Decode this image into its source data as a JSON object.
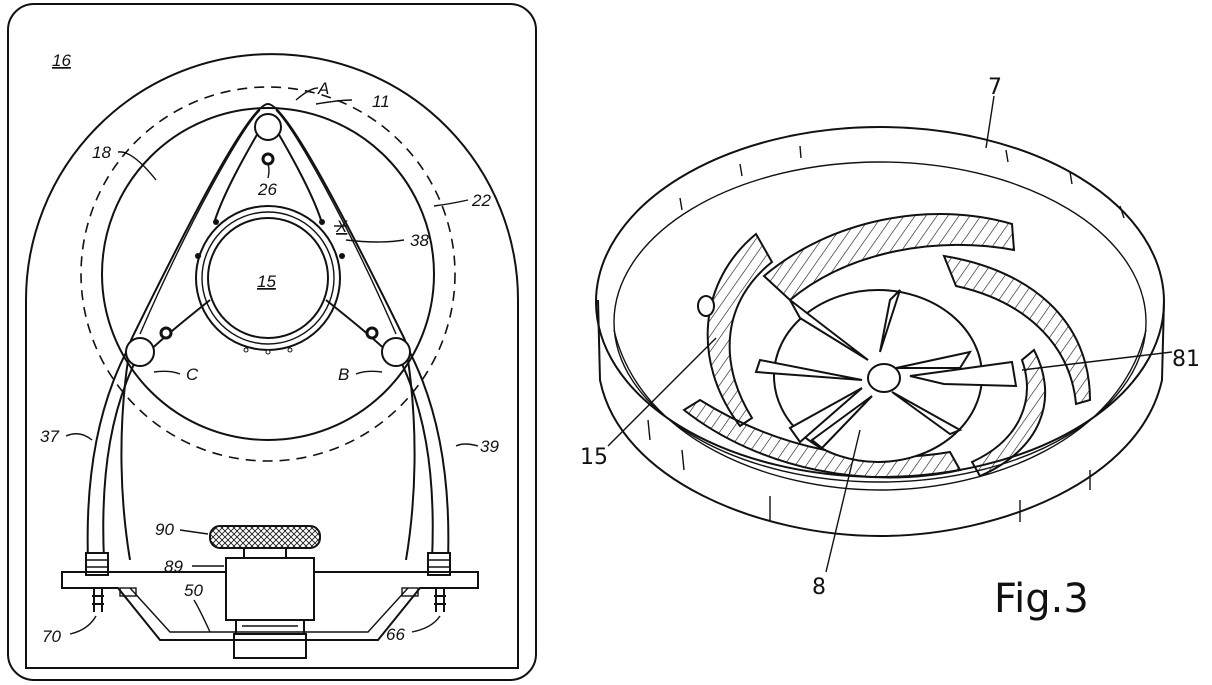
{
  "left_figure": {
    "labels": {
      "panel": "16",
      "rotor": "18",
      "A": "A",
      "B": "B",
      "C": "C",
      "ring_dashed": "11",
      "axle": "26",
      "outer_circle": "22",
      "x_mark": "X",
      "tube_right": "38",
      "center": "15",
      "tube_left": "37",
      "tube_far_right": "39",
      "knob": "90",
      "housing": "89",
      "bracket": "50",
      "left_fitting": "70",
      "right_fitting": "66"
    }
  },
  "right_figure": {
    "labels": {
      "bowl": "7",
      "blade": "81",
      "insert": "15",
      "hub": "8",
      "caption": "Fig.3"
    }
  },
  "colors": {
    "ink": "#111111",
    "paper": "#ffffff"
  }
}
